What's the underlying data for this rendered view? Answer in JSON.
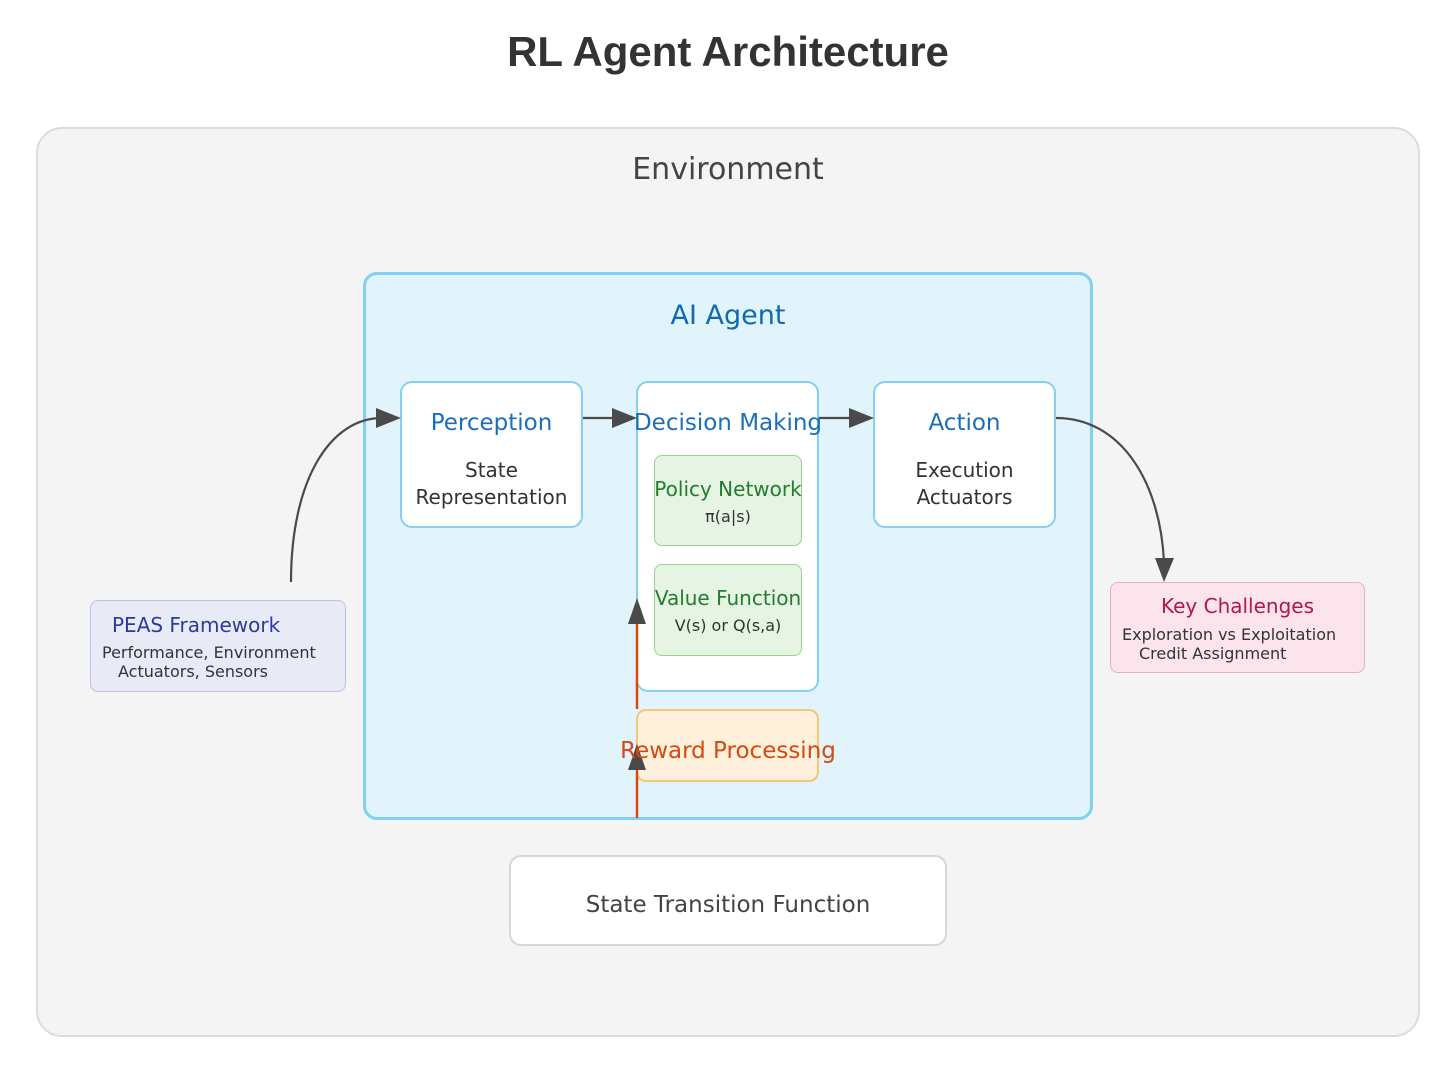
{
  "title": "RL Agent Architecture",
  "environment": {
    "label": "Environment"
  },
  "agent": {
    "label": "AI Agent"
  },
  "perception": {
    "title": "Perception",
    "line1": "State",
    "line2": "Representation"
  },
  "decision": {
    "title": "Decision Making",
    "policy": {
      "title": "Policy Network",
      "formula": "π(a|s)"
    },
    "value": {
      "title": "Value Function",
      "formula": "V(s) or Q(s,a)"
    }
  },
  "action": {
    "title": "Action",
    "line1": "Execution",
    "line2": "Actuators"
  },
  "reward": {
    "label": "Reward Processing"
  },
  "state_transition": {
    "label": "State Transition Function"
  },
  "peas": {
    "title": "PEAS Framework",
    "line1": "Performance, Environment",
    "line2": "Actuators, Sensors"
  },
  "challenges": {
    "title": "Key Challenges",
    "line1": "Exploration vs Exploitation",
    "line2": "Credit Assignment"
  },
  "colors": {
    "environment_bg": "#f4f4f4",
    "agent_bg": "#e1f4fc",
    "agent_border": "#84d0f2",
    "flow_arrow": "#4a4a4a",
    "reward_arrow": "#d9480f",
    "green_box": "#e6f4e3",
    "reward_box": "#fff1dc",
    "peas_box": "#e8eaf6",
    "challenges_box": "#fce4ec"
  }
}
